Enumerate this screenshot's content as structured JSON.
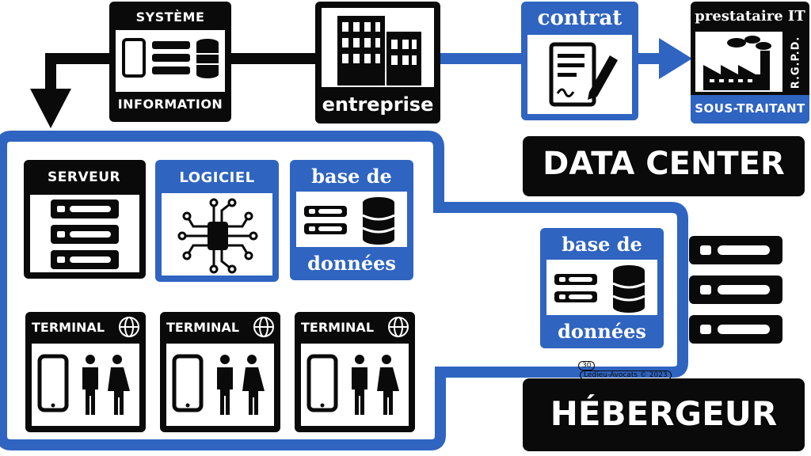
{
  "systeme": {
    "title": "SYSTÈME",
    "subtitle": "INFORMATION"
  },
  "entreprise": {
    "label": "entreprise"
  },
  "contrat": {
    "label": "contrat"
  },
  "prestataire": {
    "title": "prestataire IT",
    "badge": "R.G.P.D.",
    "subtitle": "SOUS-TRAITANT"
  },
  "data_center": {
    "label": "DATA CENTER"
  },
  "hebergeur": {
    "label": "HÉBERGEUR"
  },
  "serveur": {
    "label": "SERVEUR"
  },
  "logiciel": {
    "label": "LOGICIEL"
  },
  "bdd_left": {
    "top": "base de",
    "bottom": "données"
  },
  "bdd_right": {
    "top": "base de",
    "bottom": "données"
  },
  "terminals": [
    {
      "label": "TERMINAL"
    },
    {
      "label": "TERMINAL"
    },
    {
      "label": "TERMINAL"
    }
  ],
  "footer": {
    "page": "30",
    "credit": "Ledieu-Avocats  ©  2023"
  },
  "colors": {
    "accent_blue": "#2f64c0",
    "black": "#0a0a0a",
    "white": "#ffffff"
  }
}
